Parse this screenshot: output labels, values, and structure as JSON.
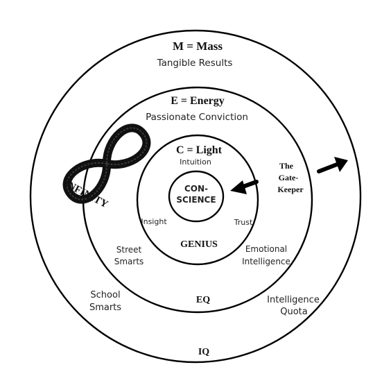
{
  "rings": {
    "outer": {
      "title": "M = Mass",
      "subtitle": "Tangible Results"
    },
    "energy": {
      "title": "E = Energy",
      "subtitle": "Passionate Conviction"
    },
    "light": {
      "title": "C = Light",
      "subtitle": "Intuition"
    },
    "core": {
      "line1": "CON-",
      "line2": "SCIENCE"
    }
  },
  "labels": {
    "insight": "Insight",
    "trust": "Trust",
    "genius": "GENIUS",
    "street_smarts": {
      "line1": "Street",
      "line2": "Smarts"
    },
    "emotional_intelligence": {
      "line1": "Emotional",
      "line2": "Intelligence"
    },
    "school_smarts": {
      "line1": "School",
      "line2": "Smarts"
    },
    "intelligence_quota": {
      "line1": "Intelligence",
      "line2": "Quota"
    },
    "eq": "EQ",
    "iq": "IQ",
    "gatekeeper": {
      "line1": "The",
      "line2": "Gate-",
      "line3": "Keeper"
    },
    "infinity": "INFINITY"
  },
  "icons": [
    "infinity-icon",
    "arrow-inward-icon",
    "arrow-outward-icon"
  ],
  "colors": {
    "stroke": "#000000",
    "background": "#ffffff"
  }
}
